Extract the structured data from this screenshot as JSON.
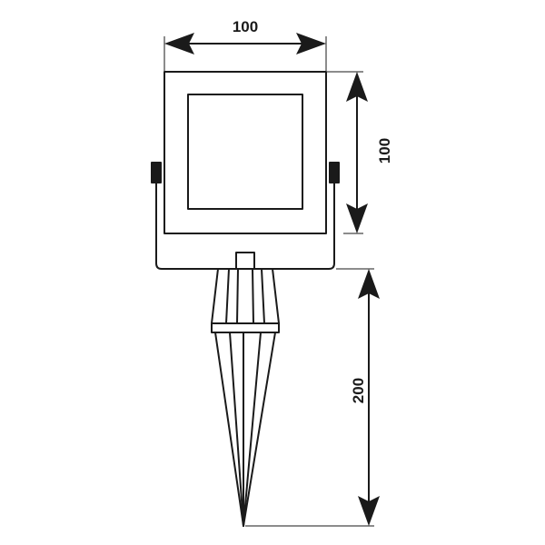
{
  "diagram": {
    "dimensions": {
      "width": "100",
      "height": "100",
      "spike_length": "200"
    }
  }
}
